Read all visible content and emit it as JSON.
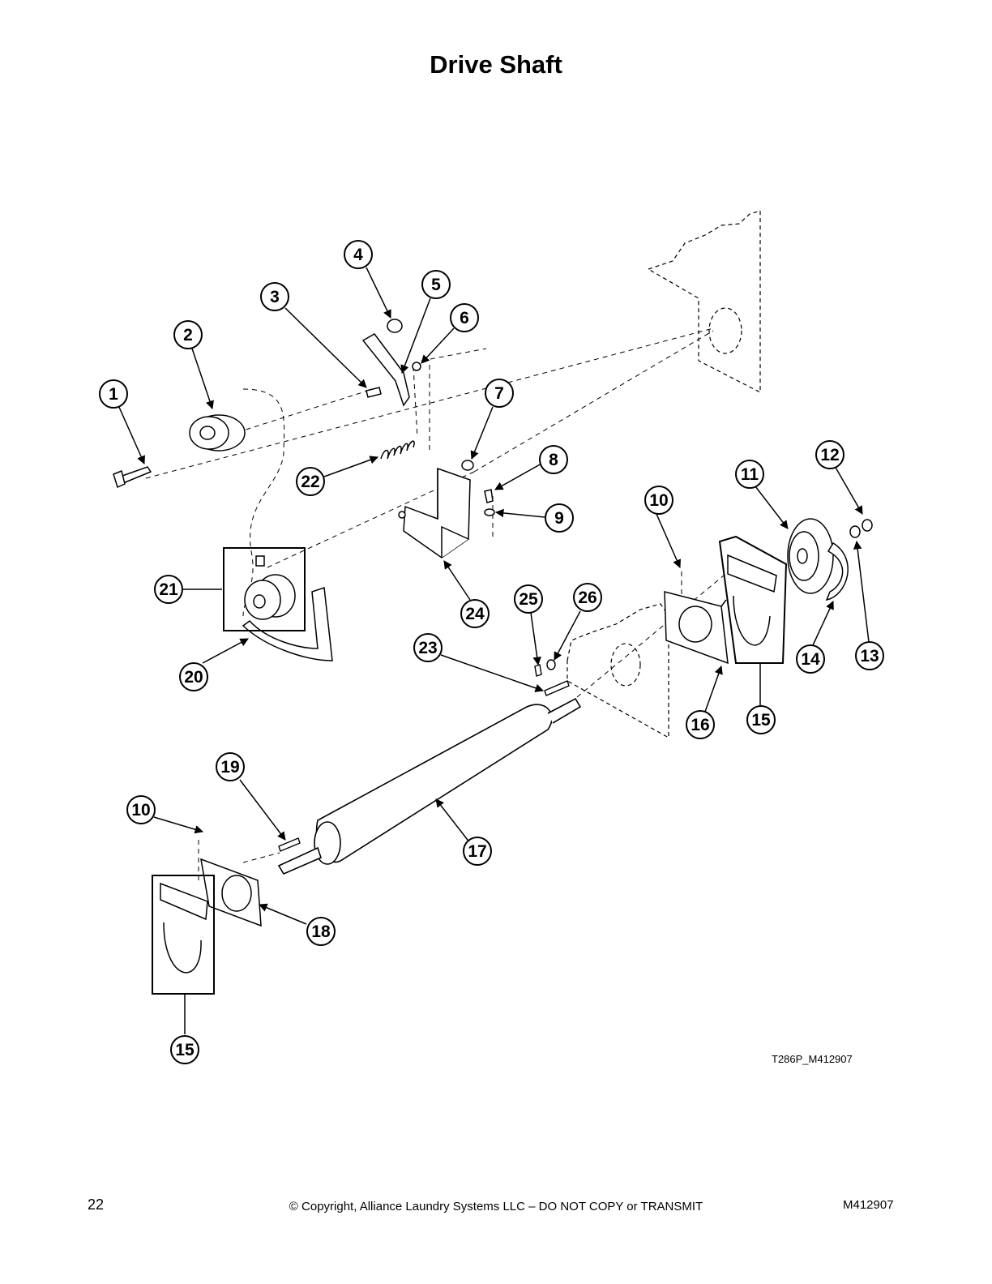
{
  "title": "Drive Shaft",
  "figure_code": "T286P_M412907",
  "footer": {
    "page_number": "22",
    "copyright": "© Copyright, Alliance Laundry Systems LLC – DO NOT COPY or TRANSMIT",
    "doc_number": "M412907"
  },
  "callouts": {
    "c1": "1",
    "c2": "2",
    "c3": "3",
    "c4": "4",
    "c5": "5",
    "c6": "6",
    "c7": "7",
    "c8": "8",
    "c9": "9",
    "c10a": "10",
    "c10b": "10",
    "c11": "11",
    "c12": "12",
    "c13": "13",
    "c14": "14",
    "c15a": "15",
    "c15b": "15",
    "c16": "16",
    "c17": "17",
    "c18": "18",
    "c19": "19",
    "c20": "20",
    "c21": "21",
    "c22": "22",
    "c23": "23",
    "c24": "24",
    "c25": "25",
    "c26": "26"
  }
}
